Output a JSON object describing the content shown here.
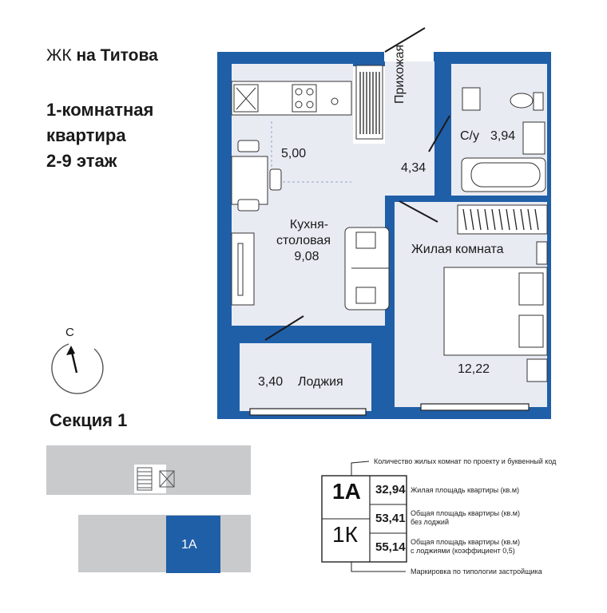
{
  "header": {
    "complex_prefix": "ЖК",
    "complex_name": "на Титова",
    "title_line1": "1-комнатная",
    "title_line2": "квартира",
    "title_line3": "2-9 этаж",
    "section": "Секция 1"
  },
  "compass": {
    "letter": "С"
  },
  "rooms": {
    "kitchen_area": "5,00",
    "kitchen_name_line1": "Кухня-",
    "kitchen_name_line2": "столовая",
    "kitchen_total": "9,08",
    "hall_name": "Прихожая",
    "hall_area": "4,34",
    "bath_name": "С/у",
    "bath_area": "3,94",
    "living_name": "Жилая комната",
    "living_area": "12,22",
    "loggia_area": "3,40",
    "loggia_name": "Лоджия"
  },
  "section_plan": {
    "unit_label": "1А"
  },
  "legend": {
    "code_top": "1А",
    "code_bottom": "1К",
    "living_area": "32,94",
    "total_no_loggia": "53,41",
    "total_with_loggia": "55,14",
    "note_rooms": "Количество жилых комнат по проекту и буквенный код",
    "note_living": "Жилая площадь квартиры (кв.м)",
    "note_total_1": "Общая площадь квартиры (кв.м)",
    "note_total_2": "без лоджий",
    "note_loggia_1": "Общая площадь квартиры (кв.м)",
    "note_loggia_2": "с лоджиями (коэффициент 0,5)",
    "note_marking": "Маркировка по типологии застройщика"
  },
  "colors": {
    "wall": "#1f5fa8",
    "floor": "#e9ebf3",
    "section_gray": "#c9cacc",
    "unit_highlight": "#1f5fa8"
  }
}
